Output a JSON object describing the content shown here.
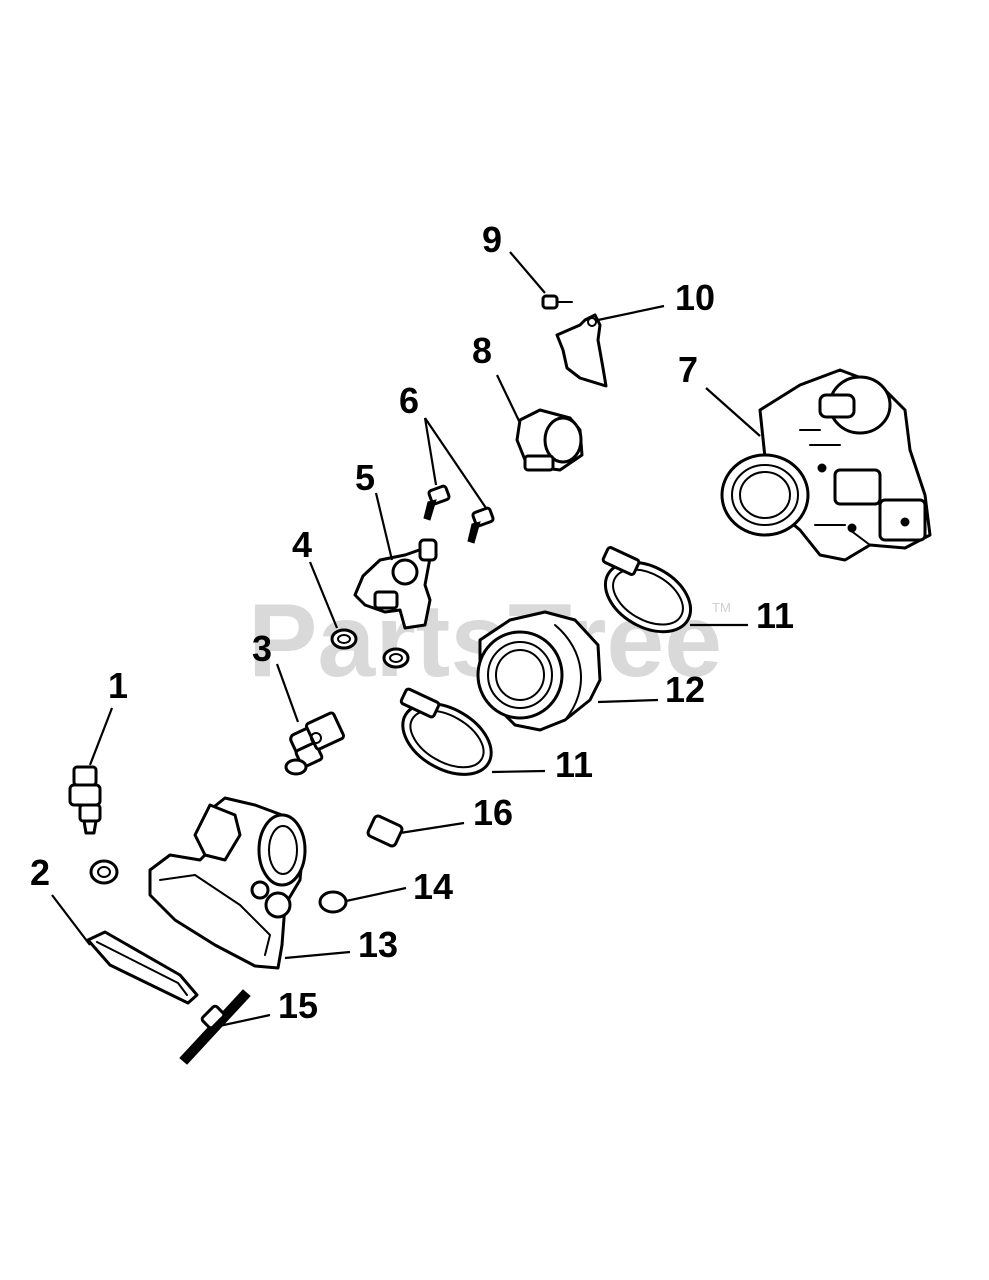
{
  "watermark": {
    "brand": "PartsTree",
    "tm": "TM"
  },
  "callouts": [
    {
      "id": "callout-1",
      "text": "1"
    },
    {
      "id": "callout-2",
      "text": "2"
    },
    {
      "id": "callout-3",
      "text": "3"
    },
    {
      "id": "callout-4",
      "text": "4"
    },
    {
      "id": "callout-5",
      "text": "5"
    },
    {
      "id": "callout-6",
      "text": "6"
    },
    {
      "id": "callout-7",
      "text": "7"
    },
    {
      "id": "callout-8",
      "text": "8"
    },
    {
      "id": "callout-9",
      "text": "9"
    },
    {
      "id": "callout-10",
      "text": "10"
    },
    {
      "id": "callout-11a",
      "text": "11"
    },
    {
      "id": "callout-11b",
      "text": "11"
    },
    {
      "id": "callout-12",
      "text": "12"
    },
    {
      "id": "callout-13",
      "text": "13"
    },
    {
      "id": "callout-14",
      "text": "14"
    },
    {
      "id": "callout-15",
      "text": "15"
    },
    {
      "id": "callout-16",
      "text": "16"
    }
  ]
}
